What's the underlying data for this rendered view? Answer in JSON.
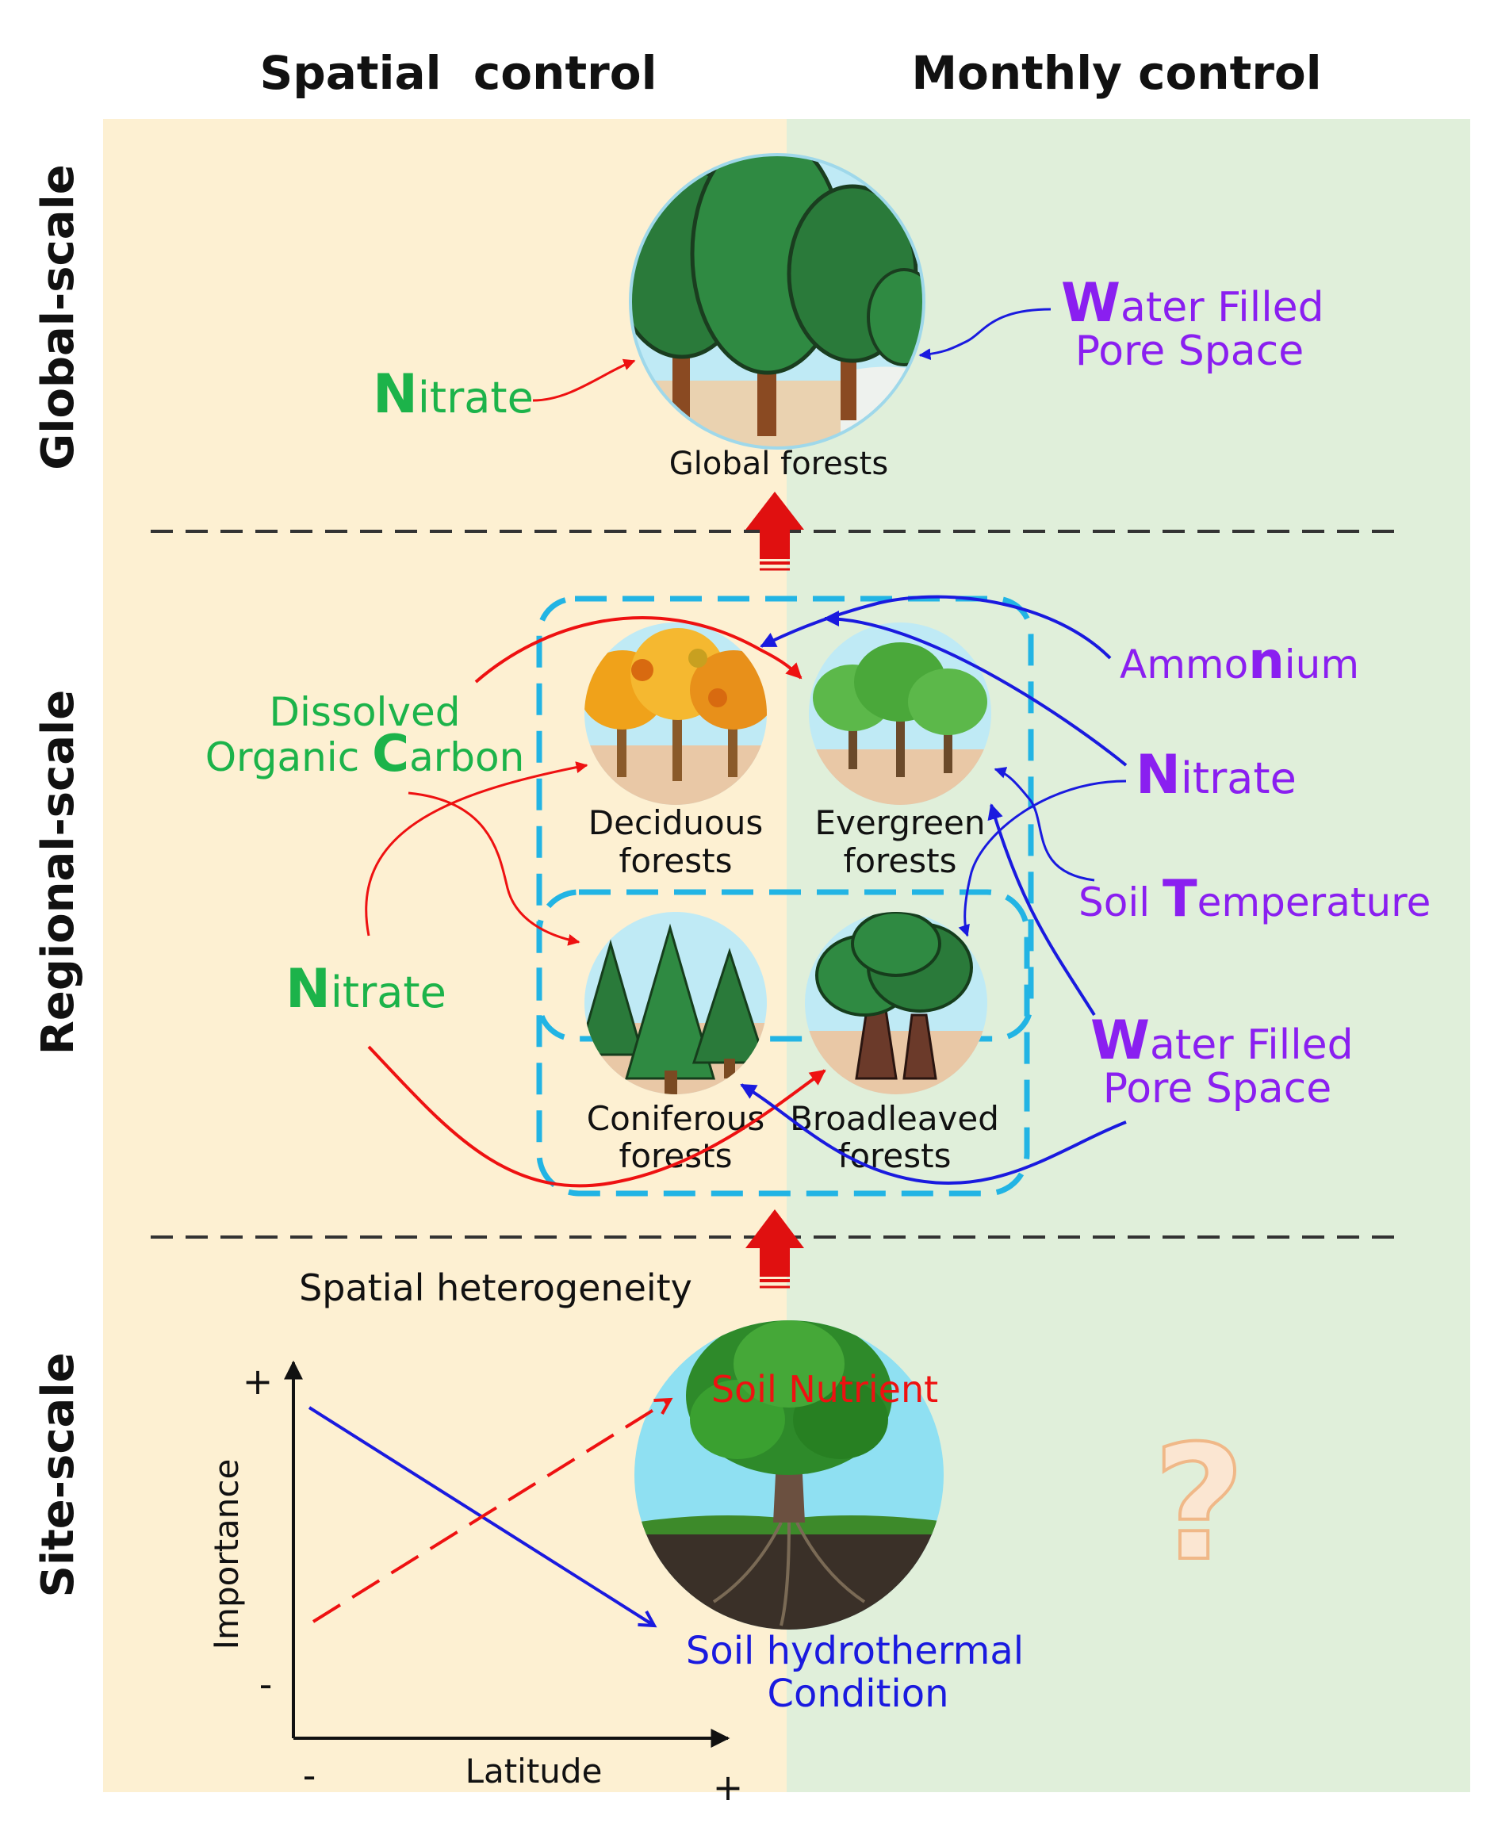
{
  "headers": {
    "left": "Spatial  control",
    "right": "Monthly control"
  },
  "scales": {
    "global": "Global-scale",
    "regional": "Regional-scale",
    "site": "Site-scale"
  },
  "global": {
    "forest_label": "Global forests",
    "nitrate": {
      "initial": "N",
      "rest": "itrate"
    },
    "wfps": {
      "initial": "W",
      "line1_rest": "ater Filled",
      "line2": "Pore Space"
    }
  },
  "regional": {
    "deciduous": [
      "Deciduous",
      "forests"
    ],
    "evergreen": [
      "Evergreen",
      "forests"
    ],
    "coniferous": [
      "Coniferous",
      "forests"
    ],
    "broadleaved": [
      "Broadleaved",
      "forests"
    ],
    "doc": {
      "line1": "Dissolved",
      "line2_pre": "Organic ",
      "initial": "C",
      "line2_post": "arbon"
    },
    "nitrate_left": {
      "initial": "N",
      "rest": "itrate"
    },
    "ammonium": {
      "pre": "Ammo",
      "initial": "n",
      "post": "ium"
    },
    "nitrate_right": {
      "initial": "N",
      "rest": "itrate"
    },
    "soil_temperature": {
      "pre": "Soil ",
      "initial": "T",
      "post": "emperature"
    },
    "wfps": {
      "initial": "W",
      "line1_rest": "ater Filled",
      "line2": "Pore Space"
    }
  },
  "site": {
    "spatial_heterogeneity": "Spatial heterogeneity",
    "soil_nutrient": "Soil Nutrient",
    "soil_hydrothermal": [
      "Soil hydrothermal",
      "Condition"
    ],
    "question_mark": "?",
    "axes": {
      "ylabel": "Importance",
      "xlabel": "Latitude",
      "y_plus": "+",
      "y_minus": "-",
      "x_minus": "-",
      "x_plus": "+"
    }
  },
  "colors": {
    "spatial_bg": "#fdf0d2",
    "monthly_bg": "#e0efda",
    "green_text": "#1cb34a",
    "purple_text": "#8a1ff0",
    "red": "#ee1111",
    "blue": "#1a1adf",
    "cyan_box": "#22b4e4",
    "question": "#f3c9a3"
  }
}
